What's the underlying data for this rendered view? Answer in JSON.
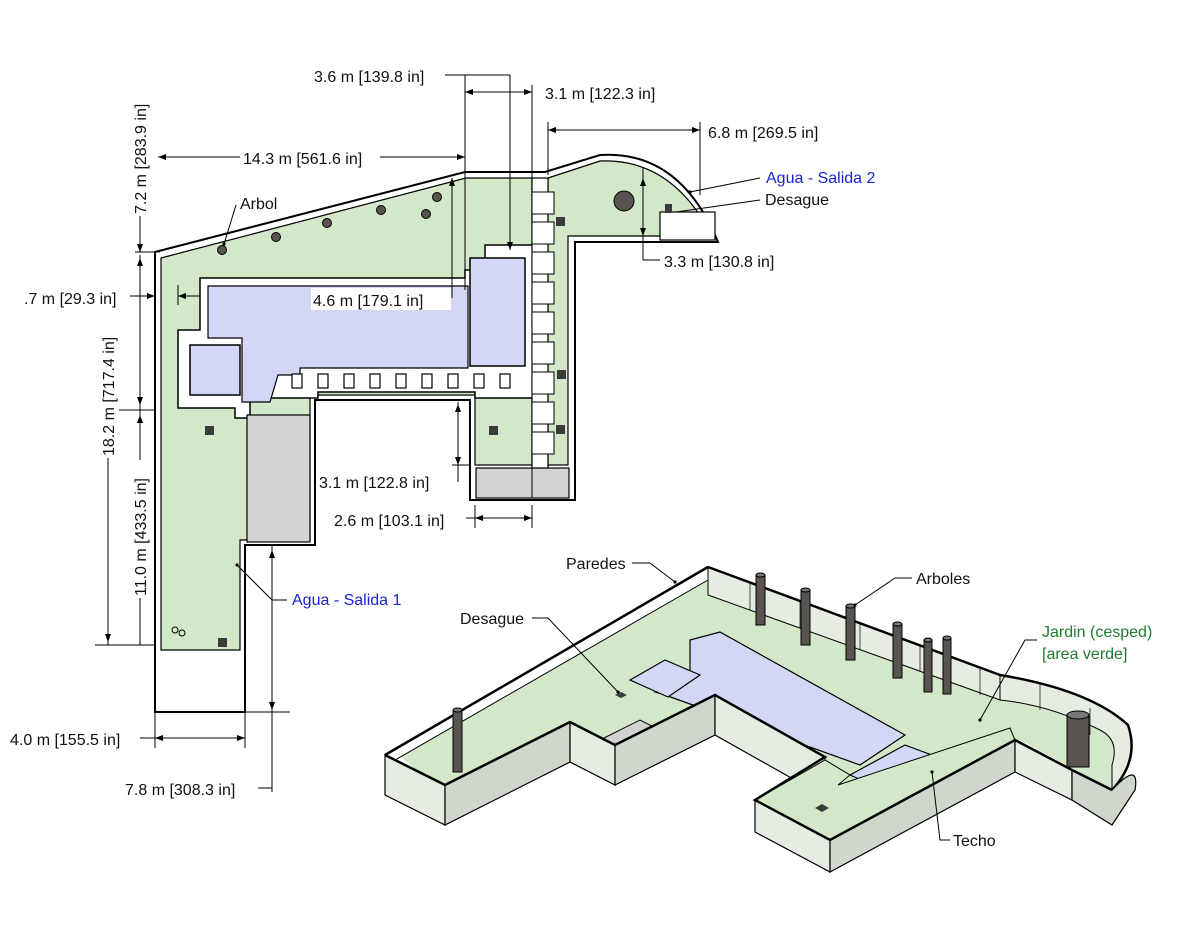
{
  "colors": {
    "garden": "#d3e8c8",
    "water": "#d3d6f5",
    "roof": "#d3d3d3",
    "wall_face": "#e6ece2",
    "wall_side": "#cfd6cb",
    "tree": "#5a5450",
    "drain": "#3a3a3a",
    "blue_label": "#1a24d6",
    "green_label": "#1e7a2c"
  },
  "plan": {
    "dimensions": {
      "d_36": "3.6 m [139.8 in]",
      "d_31_top": "3.1 m [122.3 in]",
      "d_68": "6.8 m [269.5 in]",
      "d_143": "14.3 m [561.6 in]",
      "d_72": "7.2 m [283.9 in]",
      "d_33": "3.3 m [130.8 in]",
      "d_07": ".7 m [29.3 in]",
      "d_46": "4.6 m [179.1 in]",
      "d_182": "18.2 m [717.4 in]",
      "d_110": "11.0 m [433.5 in]",
      "d_31_mid": "3.1 m [122.8 in]",
      "d_26": "2.6 m [103.1 in]",
      "d_40": "4.0 m [155.5 in]",
      "d_78": "7.8 m [308.3 in]"
    },
    "labels": {
      "arbol": "Arbol",
      "agua_salida_2": "Agua - Salida 2",
      "desague": "Desague",
      "agua_salida_1": "Agua - Salida 1"
    }
  },
  "iso": {
    "labels": {
      "paredes": "Paredes",
      "arboles": "Arboles",
      "desague": "Desague",
      "jardin_line1": "Jardin (cesped)",
      "jardin_line2": "[area verde]",
      "techo": "Techo"
    }
  }
}
